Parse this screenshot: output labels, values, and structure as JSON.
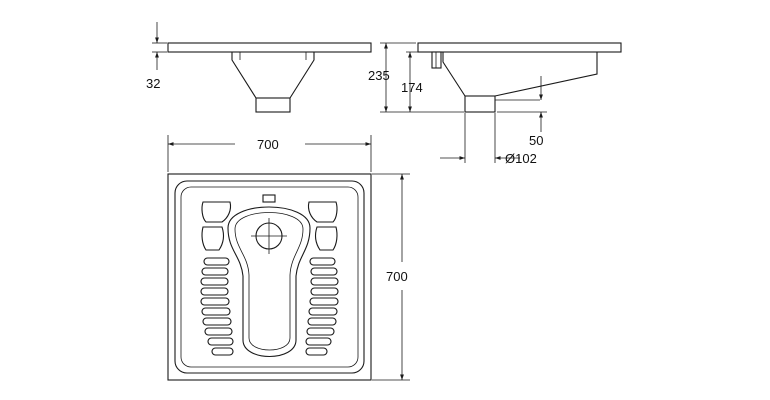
{
  "side_view": {
    "dim_flange_thickness": "32"
  },
  "front_view": {
    "dim_total_height": "235",
    "dim_outlet_height": "174",
    "dim_outlet_drop": "50",
    "dim_outlet_diameter": "Ø102"
  },
  "plan_view": {
    "dim_width": "700",
    "dim_depth": "700"
  }
}
